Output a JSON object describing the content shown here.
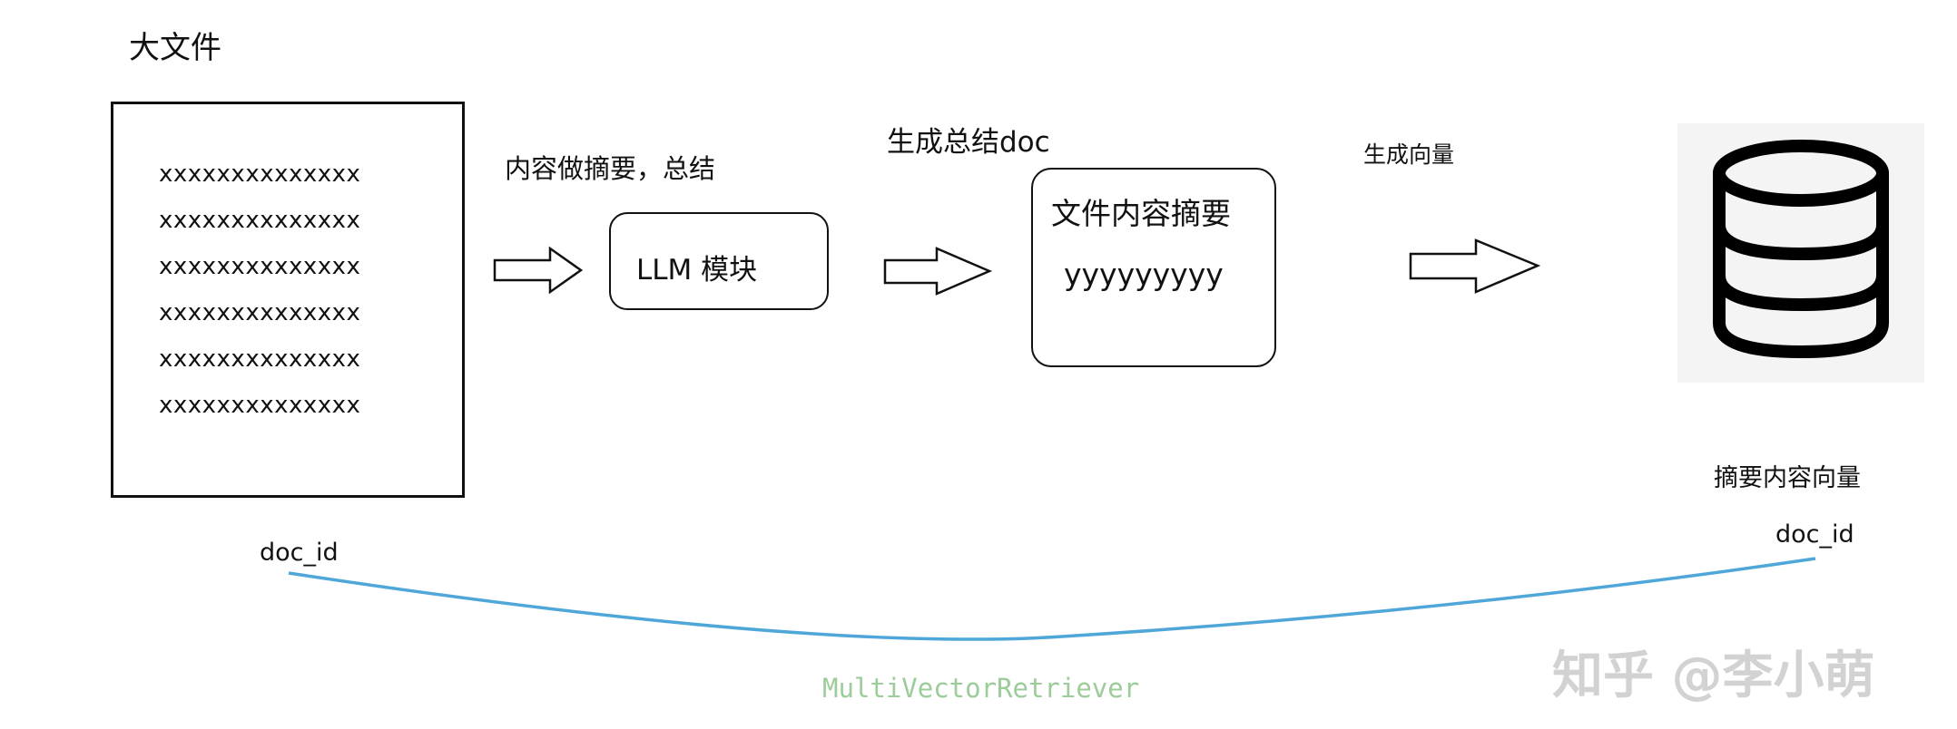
{
  "big_file": {
    "title": "大文件",
    "rows": [
      "xxxxxxxxxxxxxx",
      "xxxxxxxxxxxxxx",
      "xxxxxxxxxxxxxx",
      "xxxxxxxxxxxxxx",
      "xxxxxxxxxxxxxx",
      "xxxxxxxxxxxxxx"
    ]
  },
  "step1": {
    "label": "内容做摘要，总结"
  },
  "llm": {
    "label": "LLM 模块"
  },
  "step2": {
    "label": "生成总结doc"
  },
  "summary_doc": {
    "title": "文件内容摘要",
    "content": "yyyyyyyyy"
  },
  "step3": {
    "label": "生成向量"
  },
  "vector_store": {
    "icon": "database-icon",
    "label": "摘要内容向量"
  },
  "link": {
    "left_label": "doc_id",
    "right_label": "doc_id",
    "line_color": "#4ea7d8",
    "caption": "MultiVectorRetriever",
    "caption_color": "#9ccc9a"
  },
  "watermark": "知乎 @李小萌"
}
